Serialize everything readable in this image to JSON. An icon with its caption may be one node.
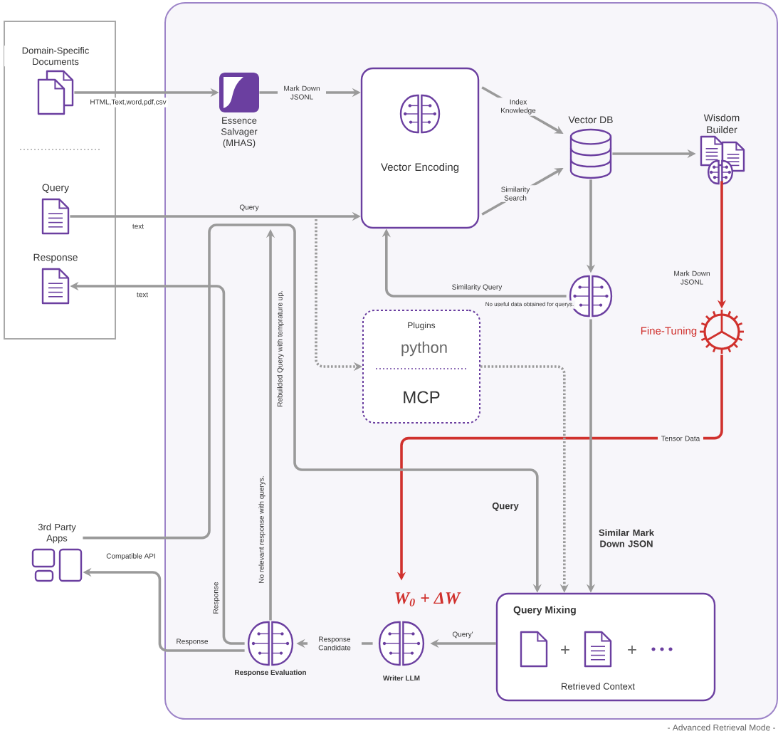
{
  "diagram": {
    "nodes": [
      {
        "text": [],
        "shape": "box"
      },
      {
        "text": [
          "Domain-Specific Documents"
        ],
        "in": 0
      },
      {
        "text": [
          "Query"
        ],
        "in": 0
      },
      {
        "text": [
          "Response"
        ],
        "in": 0
      },
      {
        "text": [],
        "shape": "box"
      },
      {
        "text": [
          "Essence Salvager (MHAS)"
        ],
        "in": 4
      },
      {
        "text": [
          "Vector Encoding"
        ],
        "in": 4
      },
      {
        "text": [
          "Vector DB"
        ],
        "in": 4
      },
      {
        "text": [
          "Wisdom Builder"
        ],
        "in": 4
      },
      {
        "text": [],
        "shape": "brain",
        "in": 4
      },
      {
        "text": [
          "Fine-Tuning"
        ],
        "in": 4
      },
      {
        "text": [
          "Plugins",
          "python",
          "MCP"
        ],
        "in": 4
      },
      {
        "text": [
          "3rd Party Apps"
        ]
      },
      {
        "text": [
          "Response Evaluation"
        ],
        "in": 4
      },
      {
        "text": [
          "Writer LLM"
        ],
        "beside": [
          "W$_{0}$ + ΔW"
        ],
        "in": 4
      },
      {
        "text": [
          "Query Mixing",
          "+",
          "+",
          "Retrieved Context"
        ],
        "in": 4
      }
    ],
    "edges": [
      {
        "from": 1,
        "to": 5,
        "arrow": "to",
        "label": "HTML,Text,word,pdf,csv"
      },
      {
        "from": 5,
        "to": 6,
        "arrow": "to",
        "label": "Mark Down JSONL"
      },
      {
        "from": 6,
        "to": 7,
        "arrow": "to",
        "label": "Index Knowledge"
      },
      {
        "from": 6,
        "to": 7,
        "arrow": "to",
        "label": "Similarity Search"
      },
      {
        "from": 7,
        "to": 8,
        "arrow": "to"
      },
      {
        "from": 7,
        "to": 9,
        "arrow": "to"
      },
      {
        "from": 9,
        "to": 6,
        "arrow": "to",
        "label": "Similarity Query"
      },
      {
        "from": 8,
        "to": 10,
        "arrow": "to",
        "label": "Mark Down JSONL",
        "color": "#d0312d"
      },
      {
        "from": 10,
        "to": 14,
        "arrow": "to",
        "label": "Tensor Data",
        "color": "#d0312d"
      },
      {
        "from": 2,
        "to": 6,
        "arrow": "to",
        "label": "Query"
      },
      {
        "from": 13,
        "to": 3,
        "arrow": "to",
        "label": "text"
      },
      {
        "from": 13,
        "to": 12,
        "arrow": "to",
        "label": "Response"
      },
      {
        "from": 12,
        "to": 15,
        "arrow": "to",
        "label": "Query"
      },
      {
        "from": 13,
        "to": null,
        "arrow": "to",
        "label": "Rebuilded Query with temprature up."
      },
      {
        "from": null,
        "to": 11,
        "arrow": "to",
        "style": "dashed"
      },
      {
        "from": 11,
        "to": 15,
        "arrow": "to",
        "style": "dashed"
      },
      {
        "from": 9,
        "to": 15,
        "arrow": "to",
        "label": "Similar Mark Down JSON"
      },
      {
        "from": 15,
        "to": 14,
        "arrow": "to",
        "label": "Query'"
      },
      {
        "from": 14,
        "to": 13,
        "arrow": "to",
        "label": "Response Candidate"
      }
    ],
    "labels": [
      "text",
      "No useful data obtained for querys.",
      "Compatible API",
      "No relevant response with querys.",
      "Response",
      "- Advanced Retrieval Mode -"
    ]
  }
}
